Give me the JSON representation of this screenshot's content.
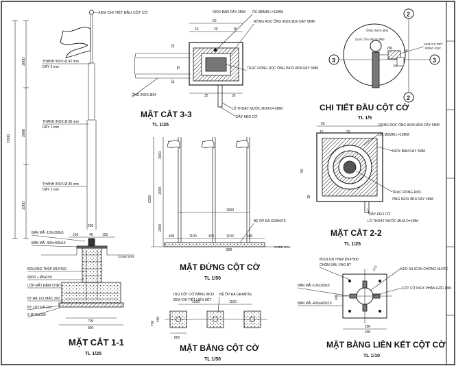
{
  "sections": {
    "mc11": {
      "title": "MẶT CẮT 1-1",
      "scale": "TL 1/25"
    },
    "mc33": {
      "title": "MẶT CẮT 3-3",
      "scale": "TL 1/25"
    },
    "ct": {
      "title": "CHI TIẾT ĐẦU CỘT CỜ",
      "scale": "TL 1/5"
    },
    "mc22": {
      "title": "MẶT CẮT 2-2",
      "scale": "TL 1/25"
    },
    "md": {
      "title": "MẶT ĐỨNG CỘT CỜ",
      "scale": "TL 1/50"
    },
    "mb": {
      "title": "MẶT BẰNG CỘT CỜ",
      "scale": "TL 1/50"
    },
    "mblk": {
      "title": "MẶT BẰNG LIÊN KẾT CỘT CỜ",
      "scale": "TL 1/10"
    }
  },
  "mc11": {
    "top_note": "XEM CHI TIẾT ĐẦU CỘT CỜ",
    "pole1a": "THANH INOX Ø 42 mm",
    "pole1b": "DÀY 2 mm",
    "pole2a": "THANH INOX Ø 68 mm",
    "pole2b": "DÀY 2 mm",
    "pole3a": "THANH INOX Ø 90 mm",
    "pole3b": "DÀY 2 mm",
    "dim_total": "6300",
    "dim_a": "2000",
    "dim_b": "2000",
    "dim_c": "2300",
    "w200": "200",
    "d150a": "150",
    "d40": "40",
    "d150b": "150",
    "banma1": "BẢN MÃ -100x200x5",
    "banma2": "BẢN MÃ -400x400x10",
    "code_san": "CODE SÂN",
    "bulong": "BOLONG THÉP Ø14*500",
    "thep": "6Ø10 + Ø6a150",
    "lopdat": "LỚP ĐẤT ĐẦM CHẶT",
    "btlot1": "BT ĐÁ 1X2 MÁC 200",
    "btlot2": "BT LÓT ĐÁ 1X2",
    "cat": "S Ø 10a200",
    "w700": "700",
    "w800": "800"
  },
  "mc33": {
    "inox3": "INOX BẢN DÀY 3MM",
    "oc": "ỐC Ø5MM  L=10MM",
    "rong": "RÒNG RỌC ỐNG INOX Ø30 DÀY 5MM",
    "truc": "TRỤC RÒNG RỌC ỐNG INOX Ø18 DÀY 3MM",
    "ongx": "ỐNG INOX Ø34",
    "lothoat": "LỖ THOÁT NƯỚC MƯA D=2MM",
    "daykeo": "DÂY KÉO CỜ",
    "d50": "50",
    "d20": "20",
    "d15": "15",
    "d10": "10",
    "d35": "35",
    "d75": "75"
  },
  "ct": {
    "ong": "ỐNG INOX Ø34",
    "qua": "QUẢ CẦU INOX Ø80",
    "xem1": "XEM CHI TIẾT",
    "xem2": "RÒNG RỌC",
    "d200": "200",
    "d50": "50",
    "d50b": "50",
    "m2": "2",
    "m3": "3"
  },
  "mc22": {
    "rong": "RÒNG RỌC ỐNG INOX Ø30 DÀY 5MM",
    "oc": "ỐC Ø5MM  L=10MM",
    "inox": "INOX BẢN DÀY 3MM",
    "truc": "TRỤC RÒNG RỌC",
    "ong": "ỐNG INOX Ø18 DÀY 3MM",
    "daykeo": "DÂY KÉO CỜ",
    "lo": "LỖ THOÁT NƯỚC MƯA D=2MM",
    "d50": "50",
    "d20": "20",
    "d15": "15"
  },
  "md": {
    "d6300": "6300",
    "d2000a": "2000",
    "d2000b": "2000",
    "d2300": "2300",
    "d1500": "1500",
    "banop": "BỆ ỐP ĐÁ GRANITE",
    "code": "CODE SÂN",
    "d400a": "400",
    "d1100a": "1100",
    "d400b": "400",
    "d1100b": "1100",
    "d400c": "400",
    "d800": "800"
  },
  "mb": {
    "tru": "TRỤ CỘT CỜ BẰNG INOX",
    "xem": "XEM CHI TIẾT LIÊN KẾT",
    "be": "BỆ ỐP ĐÁ GRANITE",
    "d1500a": "1500",
    "d1500b": "1500",
    "d700": "700",
    "d400": "400",
    "d800": "800"
  },
  "mblk": {
    "boulon": "BOULON THÉP Ø14*500",
    "chon": "CHÔN SÂU VÀO BT",
    "keo": "KEO SILICON CHỐNG NƯỚC",
    "banma1": "BẢN MÃ -100x200x5",
    "cot": "CỘT CỜ INOX PHẦN GỐC Ø90",
    "banma2": "BẢN MÃ -400x400x10",
    "d400": "400",
    "d200": "200",
    "d400b": "400",
    "d170": "170"
  }
}
